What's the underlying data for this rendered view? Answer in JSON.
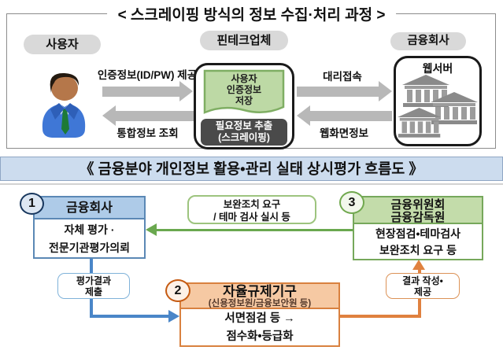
{
  "top_diagram": {
    "title": "< 스크레이핑 방식의 정보 수집·처리 과정 >",
    "actor_user": "사용자",
    "actor_fintech": "핀테크업체",
    "actor_financial": "금융회사",
    "doc_line1": "사용자",
    "doc_line2": "인증정보",
    "doc_line3": "저장",
    "dark_line1": "필요정보 추출",
    "dark_line2": "(스크레이핑)",
    "web_server": "웹서버",
    "arrow_auth": "인증정보(ID/PW) 제공",
    "arrow_query": "통합정보 조회",
    "arrow_proxy": "대리접속",
    "arrow_webinfo": "웹화면정보"
  },
  "flow_diagram": {
    "banner": "《 금융분야 개인정보 활용•관리 실태 상시평가 흐름도 》",
    "node1": {
      "badge": "1",
      "title": "금융회사",
      "body1": "자체 평가 ·",
      "body2": "전문기관평가의뢰"
    },
    "node2": {
      "badge": "2",
      "title": "자율규제기구",
      "subtitle": "(신용정보원/금융보안원 등)",
      "body1": "서면점검 등 →",
      "body2": "점수화•등급화"
    },
    "node3": {
      "badge": "3",
      "title1": "금융위원회",
      "title2": "금융감독원",
      "body1": "현장점검•테마검사",
      "body2": "보완조치 요구 등"
    },
    "label_green1": "보완조치 요구",
    "label_green2": "/ 테마 검사 실시 등",
    "label_blue1": "평가결과",
    "label_blue2": "제출",
    "label_orange1": "결과 작성•",
    "label_orange2": "제공"
  },
  "colors": {
    "blue_accent": "#4a86c8",
    "green_accent": "#6aa84f",
    "orange_accent": "#e0813f",
    "arrow_gray": "#b8b8b8",
    "banner_bg": "#ccdcee",
    "node1_header_bg": "#aecbe8",
    "node2_header_bg": "#f6c9a3",
    "node3_header_bg": "#c3dcaa",
    "dark_box_bg": "#4a4a4a",
    "doc_green_bg": "#bdd9a5"
  }
}
